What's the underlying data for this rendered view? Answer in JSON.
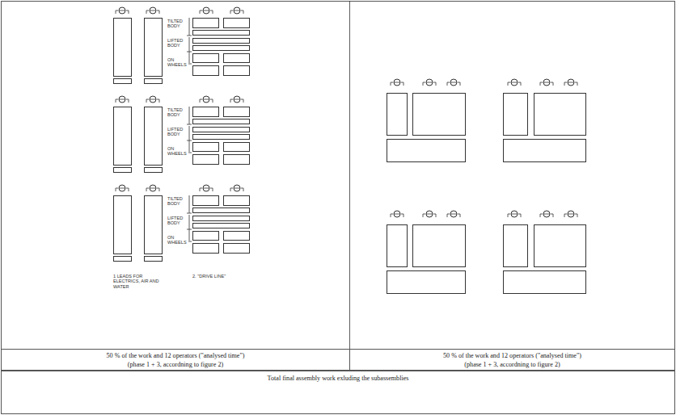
{
  "diagram": {
    "nodes": [
      {
        "text": [
          "50 % of the work and 12 operators (\"analysed time\")",
          "(phase 1 + 3, accordning to figure 2)"
        ]
      },
      {
        "text": [
          "50 % of the work and 12 operators (\"analysed time\")",
          "(phase 1 + 3, accordning to figure 2)"
        ]
      },
      {
        "text": [
          "Total final assembly work exluding the subassemblies"
        ]
      }
    ],
    "labels": [
      "TILTED BODY",
      "LIFTED BODY",
      "ON WHEELS",
      "TILTED BODY",
      "LIFTED BODY",
      "ON WHEELS",
      "TILTED BODY",
      "LIFTED BODY",
      "ON WHEELS",
      "1 LEADS FOR ELECTRICS, AIR AND WATER",
      "2. \"DRIVE LINE\""
    ]
  }
}
